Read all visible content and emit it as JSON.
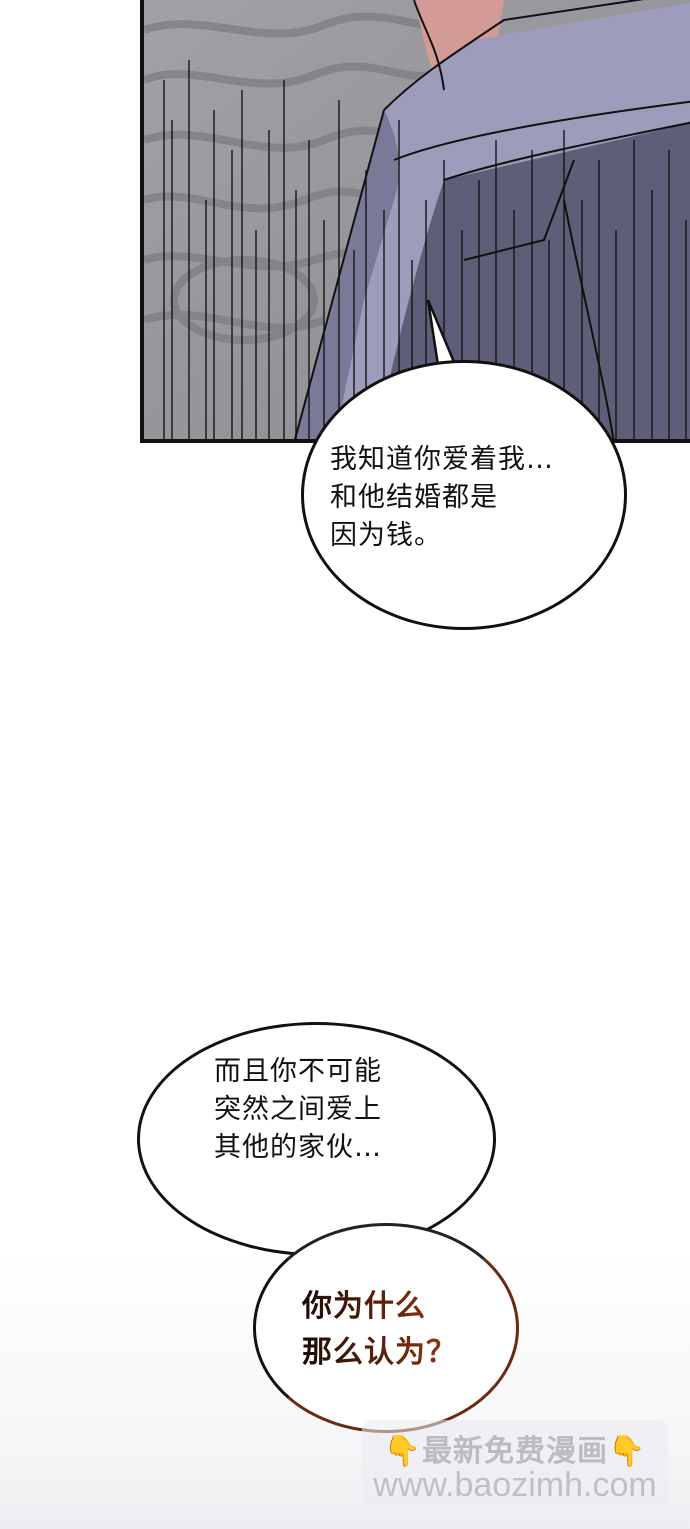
{
  "page": {
    "background": "#ffffff",
    "panel": {
      "description": "close-up of character chest wearing lavender/grey suit over grey swirl background with vertical shock lines",
      "colors": {
        "background_grey": "#8e8e92",
        "suit_light": "#a8a8c6",
        "suit_dark": "#565670",
        "skin": "#d49b96",
        "outline": "#111111"
      }
    },
    "bubbles": [
      {
        "id": "speech-1",
        "lines": "我知道你爱着我…\n和他结婚都是\n因为钱。"
      },
      {
        "id": "speech-2",
        "lines": "而且你不可能\n突然之间爱上\n其他的家伙…"
      },
      {
        "id": "speech-3",
        "lines": "你为什么\n那么认为？",
        "text_color_start": "#1a0a05",
        "text_color_end": "#9a3a10"
      }
    ],
    "watermark": {
      "line1": "最新免费漫画",
      "line2": "www.baozimh.com",
      "left_icon": "👇",
      "right_icon": "👇"
    }
  }
}
